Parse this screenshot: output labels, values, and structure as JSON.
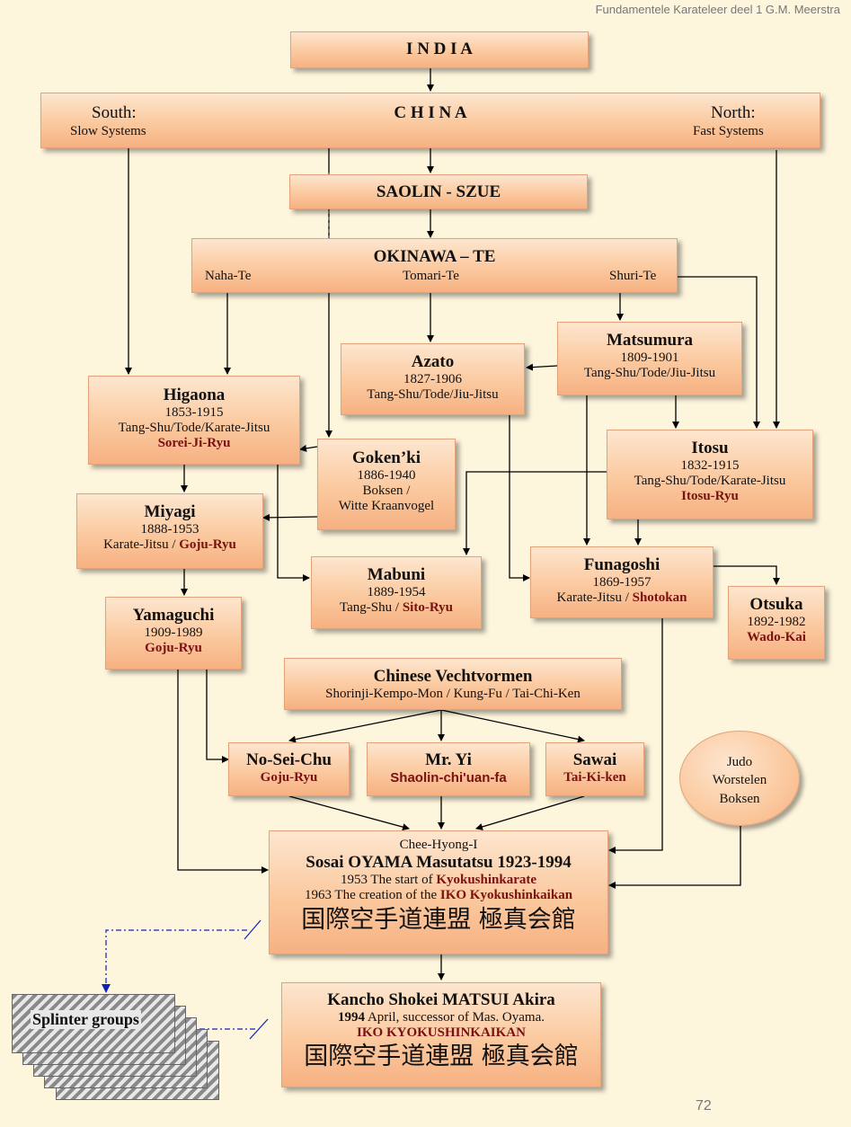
{
  "header": "Fundamentele Karateleer deel 1 G.M. Meerstra",
  "page_number": "72",
  "india": "I N D I A",
  "china": {
    "title": "C H I N A",
    "south": "South:",
    "south_sub": "Slow Systems",
    "north": "North:",
    "north_sub": "Fast Systems"
  },
  "saolin": "SAOLIN - SZUE",
  "okinawa": {
    "title": "OKINAWA – TE",
    "naha": "Naha-Te",
    "tomari": "Tomari-Te",
    "shuri": "Shuri-Te"
  },
  "azato": {
    "name": "Azato",
    "years": "1827-1906",
    "style": "Tang-Shu/Tode/Jiu-Jitsu"
  },
  "matsumura": {
    "name": "Matsumura",
    "years": "1809-1901",
    "style": "Tang-Shu/Tode/Jiu-Jitsu"
  },
  "higaona": {
    "name": "Higaona",
    "years": "1853-1915",
    "style": "Tang-Shu/Tode/Karate-Jitsu",
    "school": "Sorei-Ji-Ryu"
  },
  "gokenki": {
    "name": "Goken’ki",
    "years": "1886-1940",
    "line1": "Boksen /",
    "line2": "Witte Kraanvogel"
  },
  "itosu": {
    "name": "Itosu",
    "years": "1832-1915",
    "style": "Tang-Shu/Tode/Karate-Jitsu",
    "school": "Itosu-Ryu"
  },
  "miyagi": {
    "name": "Miyagi",
    "years": "1888-1953",
    "style": "Karate-Jitsu / ",
    "school": "Goju-Ryu"
  },
  "mabuni": {
    "name": "Mabuni",
    "years": "1889-1954",
    "style": "Tang-Shu / ",
    "school": "Sito-Ryu"
  },
  "funagoshi": {
    "name": "Funagoshi",
    "years": "1869-1957",
    "style": "Karate-Jitsu / ",
    "school": "Shotokan"
  },
  "otsuka": {
    "name": "Otsuka",
    "years": "1892-1982",
    "school": "Wado-Kai"
  },
  "yamaguchi": {
    "name": "Yamaguchi",
    "years": "1909-1989",
    "school": "Goju-Ryu"
  },
  "chinese": {
    "title": "Chinese Vechtvormen",
    "sub": "Shorinji-Kempo-Mon / Kung-Fu / Tai-Chi-Ken"
  },
  "noseichu": {
    "name": "No-Sei-Chu",
    "school": "Goju-Ryu"
  },
  "mryi": {
    "name": "Mr. Yi",
    "school": "Shaolin-chi'uan-fa"
  },
  "sawai": {
    "name": "Sawai",
    "school": "Tai-Ki-ken"
  },
  "oval": {
    "l1": "Judo",
    "l2": "Worstelen",
    "l3": "Boksen"
  },
  "oyama": {
    "pre": "Chee-Hyong-I",
    "name": "Sosai OYAMA Masutatsu 1923-1994",
    "l1": "1953 The start of ",
    "l1b": "Kyokushinkarate",
    "l2": "1963 The creation of the ",
    "l2b": "IKO Kyokushinkaikan",
    "kanji": "国際空手道連盟 極真会館"
  },
  "matsui": {
    "name": "Kancho Shokei MATSUI Akira",
    "year": "1994",
    "text": " April, successor of Mas. Oyama.",
    "org": "IKO KYOKUSHINKAIKAN",
    "kanji": "国際空手道連盟 極真会館"
  },
  "splinter": "Splinter groups"
}
